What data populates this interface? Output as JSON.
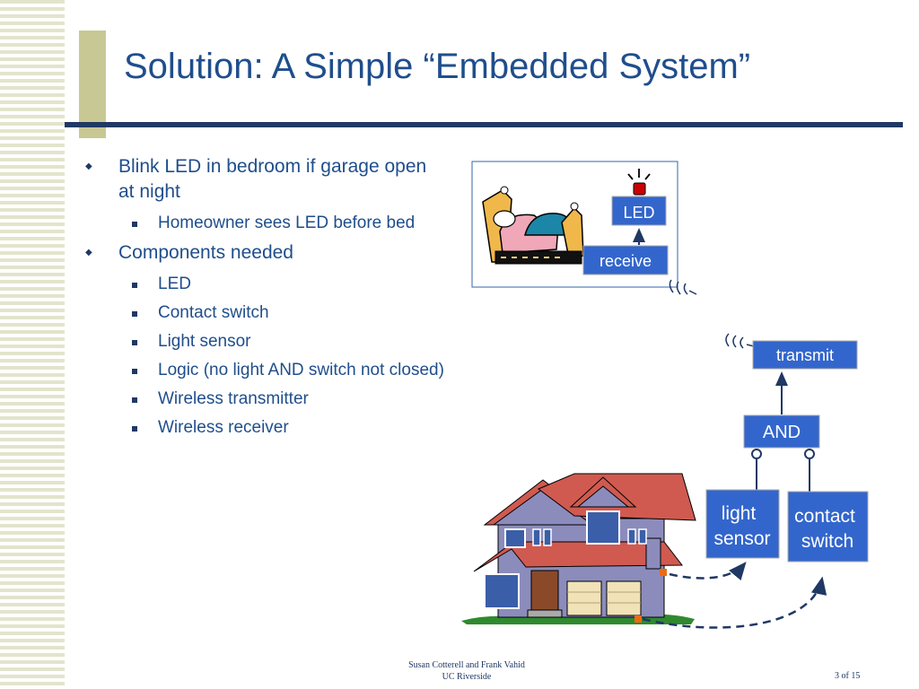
{
  "slide": {
    "title": "Solution: A Simple “Embedded System”",
    "bullets": [
      {
        "text": "Blink LED in bedroom if garage open at night",
        "sub": [
          "Homeowner sees LED before bed"
        ]
      },
      {
        "text": "Components needed",
        "sub": [
          "LED",
          "Contact switch",
          "Light sensor",
          "Logic (no light AND switch not closed)",
          "Wireless transmitter",
          "Wireless receiver"
        ]
      }
    ]
  },
  "diagram": {
    "led": "LED",
    "receive": "receive",
    "transmit": "transmit",
    "and_gate": "AND",
    "light_sensor": [
      "light",
      "sensor"
    ],
    "contact_switch": [
      "contact",
      "switch"
    ]
  },
  "footer": {
    "authors": "Susan Cotterell and Frank Vahid",
    "institution": "UC Riverside",
    "page": "3 of 15"
  },
  "colors": {
    "title": "#1f4e8c",
    "box_fill": "#3366cc",
    "rule": "#1f3864",
    "accent": "#c8c894"
  }
}
